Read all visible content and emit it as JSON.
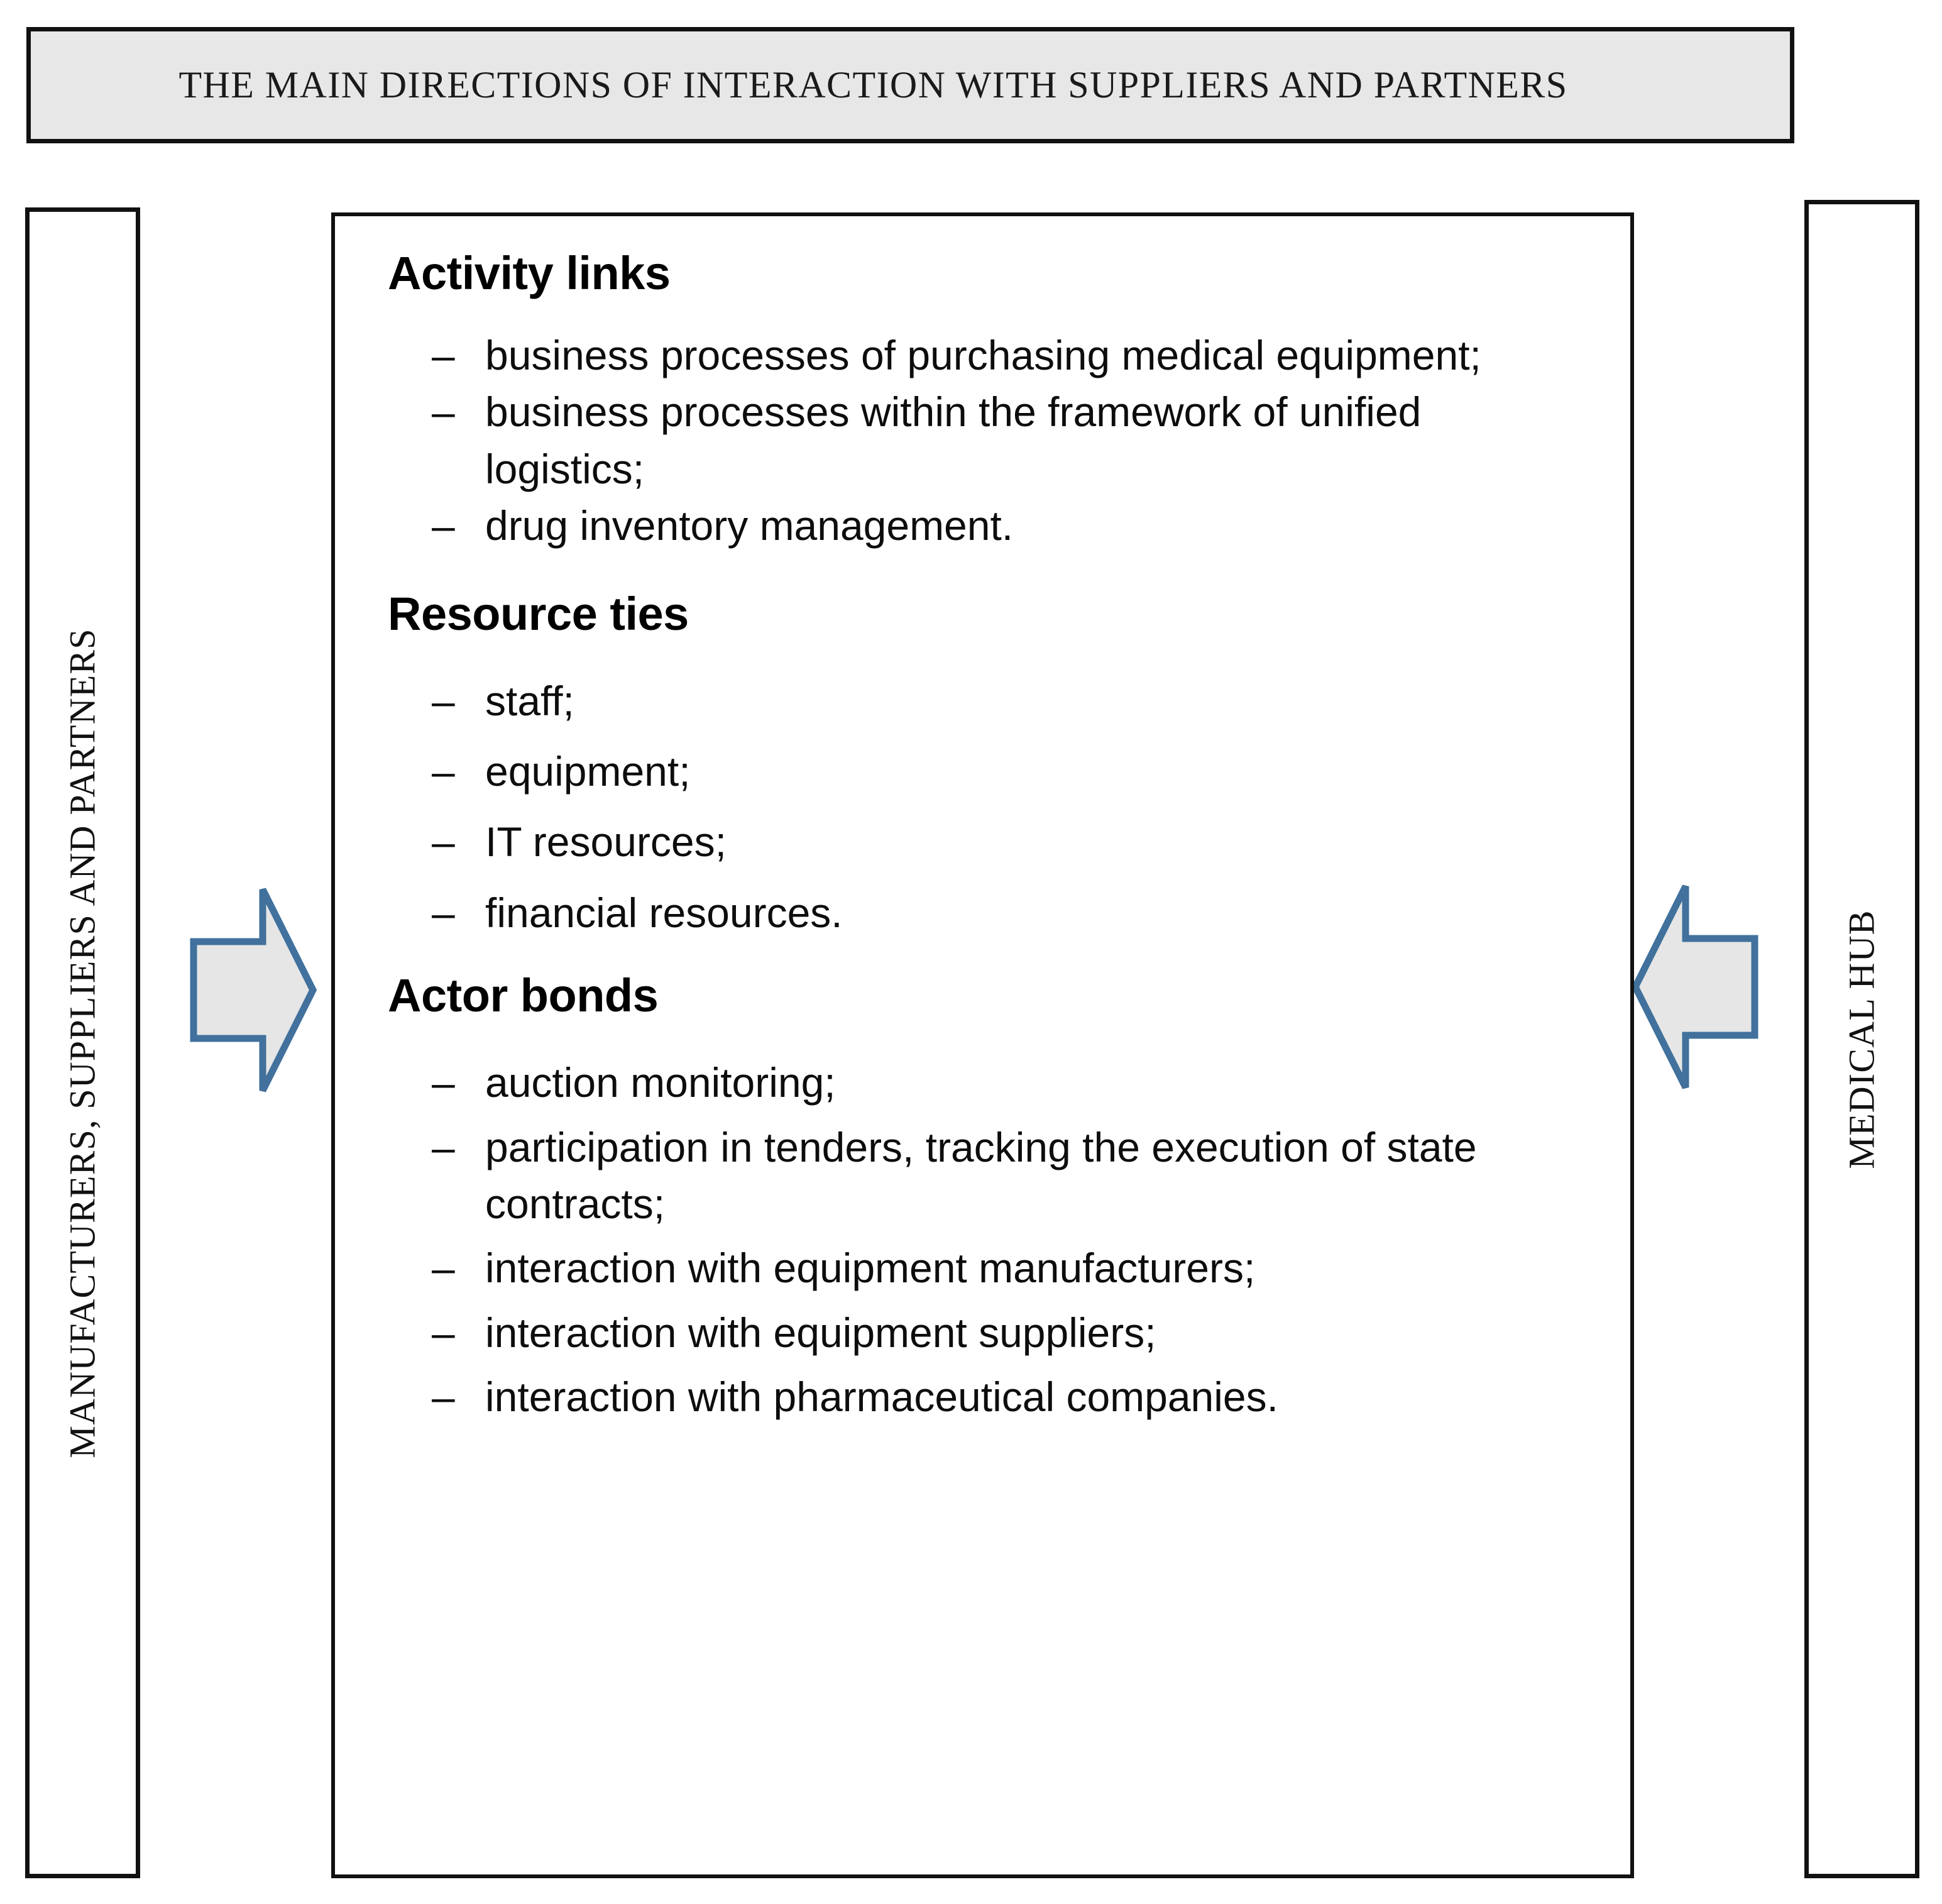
{
  "header": {
    "title": "THE MAIN DIRECTIONS OF INTERACTION WITH SUPPLIERS AND PARTNERS"
  },
  "left_actor": {
    "label": "MANUFACTURERS, SUPPLIERS AND PARTNERS"
  },
  "right_actor": {
    "label": "MEDICAL HUB"
  },
  "arrows": {
    "left_arrow_name": "right-pointing-arrow",
    "right_arrow_name": "left-pointing-arrow",
    "fill_color": "#e6e6e6",
    "stroke_color": "#41719c"
  },
  "colors": {
    "banner_fill": "#e7e7e7",
    "border": "#111111",
    "text": "#0d0d0d",
    "arrow_fill": "#e6e6e6",
    "arrow_stroke": "#41719c"
  },
  "sections": [
    {
      "heading": "Activity links",
      "bullet_marker": "–",
      "items": [
        "business processes of purchasing medical equipment;",
        "business processes within the framework of unified logistics;",
        "drug inventory management."
      ]
    },
    {
      "heading": "Resource ties",
      "bullet_marker": "–",
      "items": [
        "staff;",
        "equipment;",
        "IT resources;",
        "financial resources."
      ]
    },
    {
      "heading": "Actor bonds",
      "bullet_marker": "–",
      "items": [
        "auction monitoring;",
        "participation in tenders, tracking the execution of state contracts;",
        "interaction with equipment manufacturers;",
        "interaction with equipment suppliers;",
        "interaction with pharmaceutical companies."
      ]
    }
  ]
}
